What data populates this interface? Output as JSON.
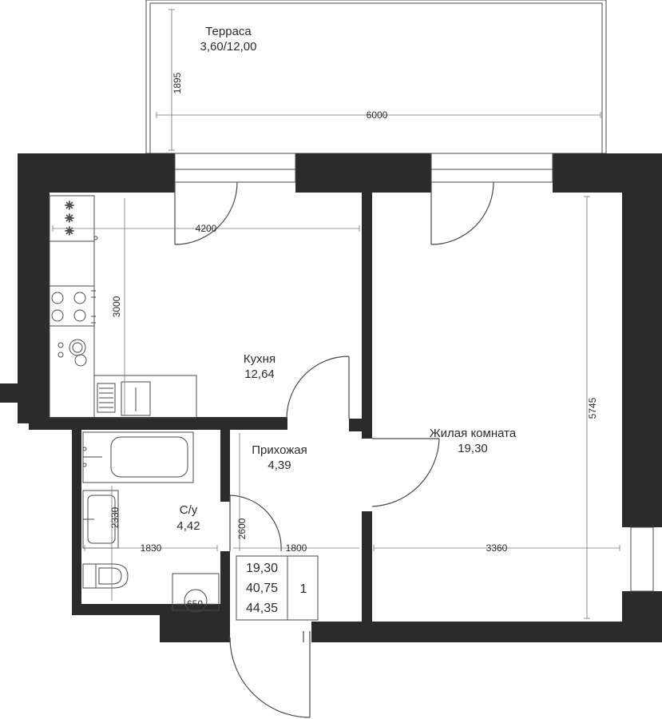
{
  "rooms": {
    "terrace": {
      "name": "Терраса",
      "area": "3,60/12,00"
    },
    "kitchen": {
      "name": "Кухня",
      "area": "12,64"
    },
    "hallway": {
      "name": "Прихожая",
      "area": "4,39"
    },
    "bathroom": {
      "name": "С/у",
      "area": "4,42"
    },
    "living": {
      "name": "Жилая комната",
      "area": "19,30"
    }
  },
  "dimensions": {
    "terrace_width": "6000",
    "terrace_depth": "1895",
    "kitchen_width": "4200",
    "kitchen_depth": "3000",
    "living_depth": "5745",
    "living_width": "3360",
    "bath_width": "1830",
    "hall_width": "1800",
    "bath_depth": "2330",
    "hall_depth": "2600",
    "washer": "650"
  },
  "summary": {
    "living_area": "19,30",
    "total_area": "40,75",
    "total_with_terrace": "44,35",
    "rooms_count": "1"
  },
  "colors": {
    "wall": "#2b2b2b",
    "line": "#4a4a4a",
    "dim_line": "#777777"
  }
}
